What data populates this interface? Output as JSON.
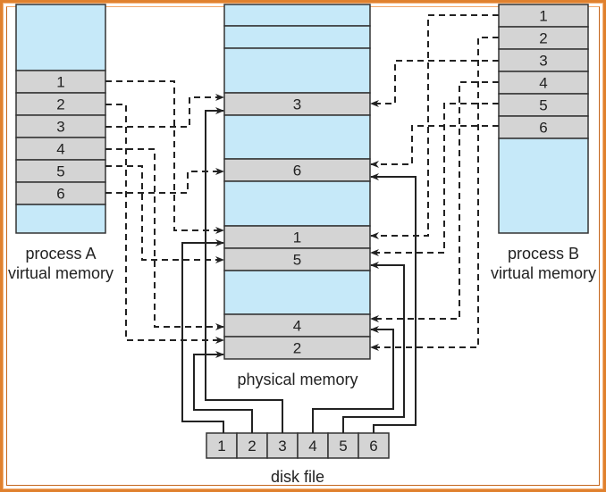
{
  "diagram": {
    "title": "Memory-mapped file shared by two processes",
    "colors": {
      "free_region": "#c6e9f9",
      "page_cell": "#d4d4d4",
      "stroke": "#222222",
      "frame": "#e0812e"
    },
    "process_a": {
      "label_line1": "process A",
      "label_line2": "virtual memory",
      "pages": [
        "1",
        "2",
        "3",
        "4",
        "5",
        "6"
      ]
    },
    "process_b": {
      "label_line1": "process B",
      "label_line2": "virtual memory",
      "pages": [
        "1",
        "2",
        "3",
        "4",
        "5",
        "6"
      ]
    },
    "physical_memory": {
      "label": "physical memory",
      "frames": [
        {
          "kind": "free",
          "page": ""
        },
        {
          "kind": "free",
          "page": ""
        },
        {
          "kind": "free",
          "page": ""
        },
        {
          "kind": "page",
          "page": "3"
        },
        {
          "kind": "free",
          "page": ""
        },
        {
          "kind": "page",
          "page": "6"
        },
        {
          "kind": "free",
          "page": ""
        },
        {
          "kind": "page",
          "page": "1"
        },
        {
          "kind": "page",
          "page": "5"
        },
        {
          "kind": "free",
          "page": ""
        },
        {
          "kind": "page",
          "page": "4"
        },
        {
          "kind": "page",
          "page": "2"
        }
      ]
    },
    "disk_file": {
      "label": "disk file",
      "blocks": [
        "1",
        "2",
        "3",
        "4",
        "5",
        "6"
      ]
    },
    "mappings": {
      "process_a_to_physical": "dashed",
      "process_b_to_physical": "dashed",
      "disk_to_physical": "solid"
    }
  }
}
